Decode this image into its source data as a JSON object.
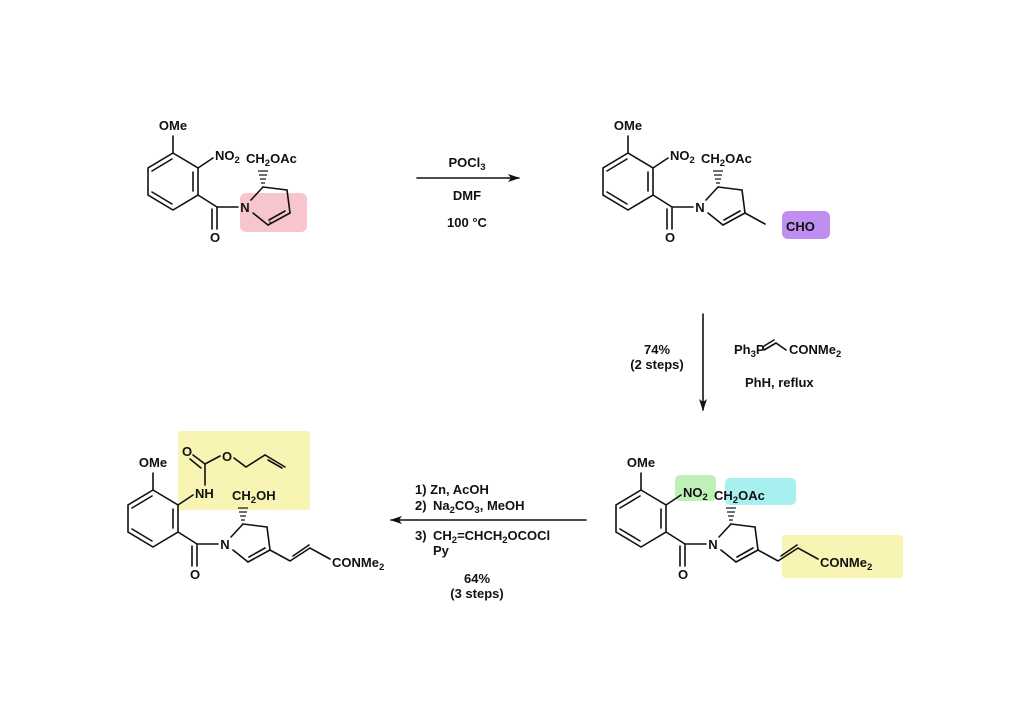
{
  "colors": {
    "pink_highlight": "#f7c6cc",
    "purple_highlight": "#c08ef0",
    "green_highlight": "#bff0b8",
    "cyan_highlight": "#a8f0f0",
    "yellow_highlight": "#f8f4b4"
  },
  "compound1": {
    "ome": "OMe",
    "no2": "NO2",
    "side": "CH2OAc",
    "n": "N",
    "o": "O"
  },
  "step1": {
    "reagent": "POCl3",
    "solvent": "DMF",
    "temp": "100 °C"
  },
  "compound2": {
    "ome": "OMe",
    "no2": "NO2",
    "side": "CH2OAc",
    "n": "N",
    "o": "O",
    "cho": "CHO"
  },
  "step2": {
    "yield": "74%",
    "steps": "(2 steps)",
    "reagent_a": "Ph3P",
    "reagent_b": "CONMe2",
    "conditions": "PhH, reflux"
  },
  "compound3": {
    "ome": "OMe",
    "no2": "NO2",
    "side": "CH2OAc",
    "n": "N",
    "o": "O",
    "amide": "CONMe2"
  },
  "step3": {
    "line1": "1) Zn, AcOH",
    "line2_num": "2)",
    "line2": "Na2CO3, MeOH",
    "line3_num": "3)",
    "line3": "CH2=CHCH2OCOCl",
    "line4": "Py",
    "yield": "64%",
    "steps": "(3 steps)"
  },
  "compound4": {
    "ome": "OMe",
    "nh": "NH",
    "side": "CH2OH",
    "n": "N",
    "o": "O",
    "carb_o1": "O",
    "carb_o2": "O",
    "amide": "CONMe2"
  }
}
